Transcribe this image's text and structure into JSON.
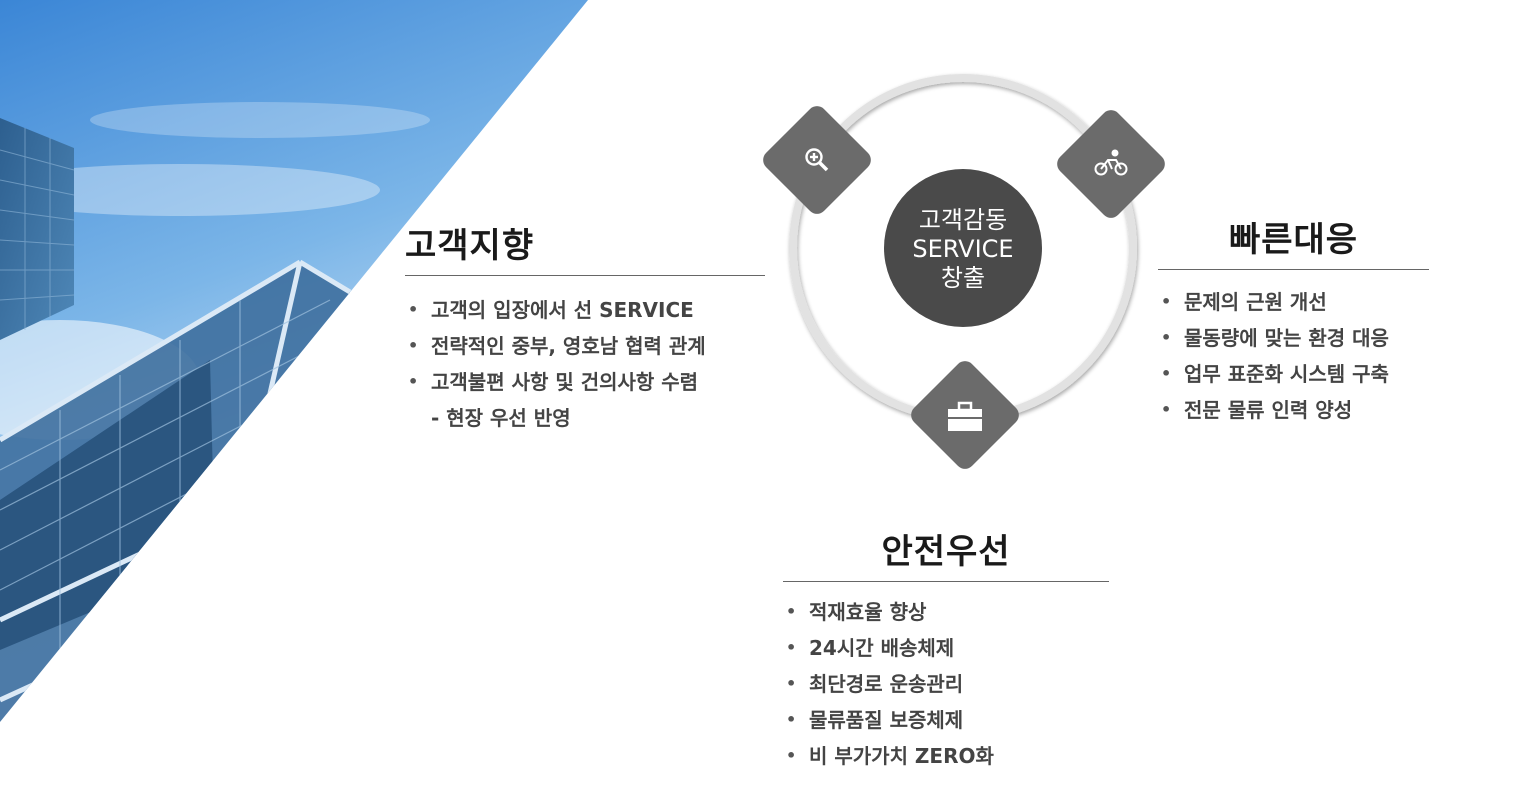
{
  "center": {
    "line1": "고객감동",
    "line2": "SERVICE",
    "line3": "창출"
  },
  "icons": {
    "top_left": "zoom-in-icon",
    "top_right": "bicycle-icon",
    "bottom": "briefcase-icon"
  },
  "colors": {
    "diamond": "#6b6b6b",
    "center_circle": "#4a4a4a",
    "ring": "#d8d8d8",
    "sky": "#5aa0dc"
  },
  "sections": {
    "customer": {
      "title": "고객지향",
      "items": [
        "고객의 입장에서 선 SERVICE",
        "전략적인 중부, 영호남 협력 관계",
        "고객불편 사항 및 건의사항 수렴"
      ],
      "sub": "- 현장 우선 반영"
    },
    "speed": {
      "title": "빠른대응",
      "items": [
        "문제의 근원 개선",
        "물동량에 맞는 환경 대응",
        "업무 표준화 시스템 구축",
        "전문 물류 인력 양성"
      ]
    },
    "safety": {
      "title": "안전우선",
      "items": [
        "적재효율 향상",
        "24시간 배송체제",
        "최단경로 운송관리",
        "물류품질 보증체제",
        "비 부가가치 ZERO화"
      ]
    }
  }
}
